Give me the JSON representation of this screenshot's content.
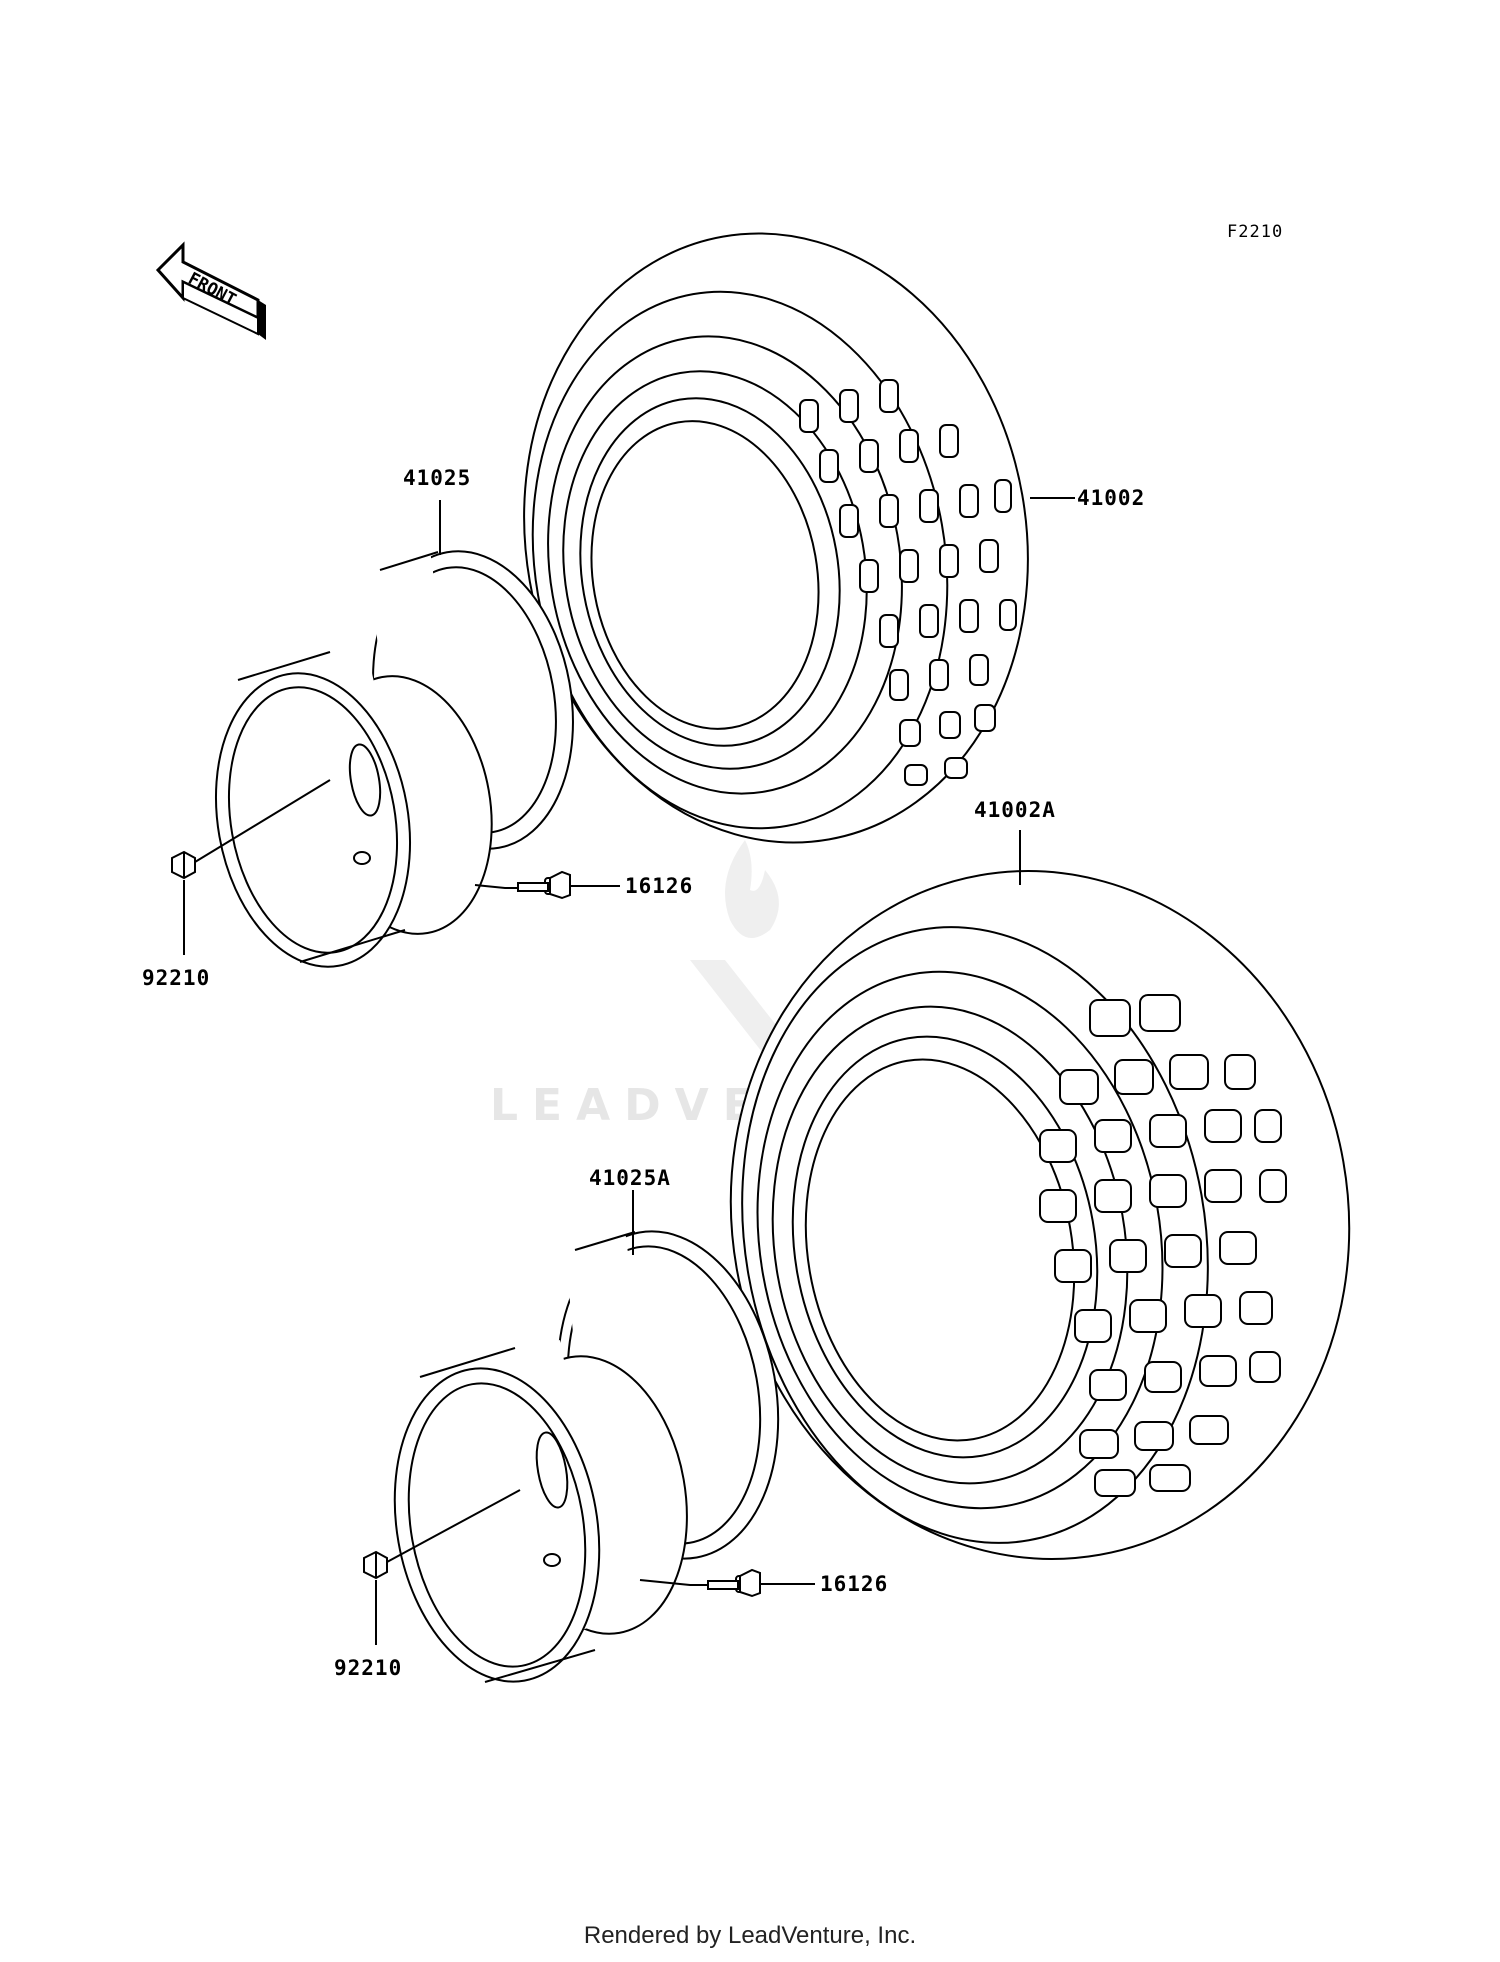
{
  "diagram_code": "F2210",
  "direction_label": "FRONT",
  "watermark": "LEADVENTURE",
  "footer": "Rendered by LeadVenture, Inc.",
  "parts": {
    "front_tire": "41002",
    "rear_tire": "41002A",
    "front_rim": "41025",
    "rear_rim": "41025A",
    "front_valve": "16126",
    "rear_valve": "16126",
    "front_nut": "92210",
    "rear_nut": "92210"
  }
}
